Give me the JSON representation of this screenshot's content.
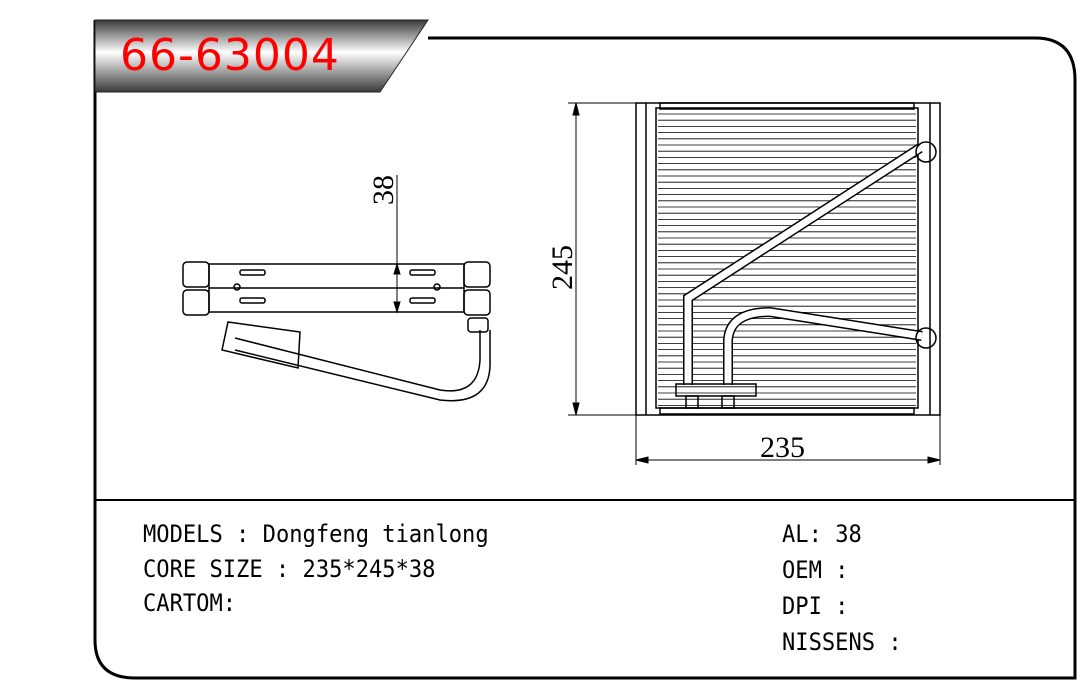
{
  "part_number": "66-63004",
  "dimensions": {
    "width": "235",
    "height": "245",
    "thickness": "38"
  },
  "specs_left": [
    {
      "label": "MODELS",
      "sep": " : ",
      "value": "Dongfeng tianlong"
    },
    {
      "label": "CORE SIZE",
      "sep": " : ",
      "value": "235*245*38"
    },
    {
      "label": "CARTOM",
      "sep": ":",
      "value": ""
    }
  ],
  "specs_right": [
    {
      "label": "AL",
      "sep": ": ",
      "value": "38"
    },
    {
      "label": "OEM",
      "sep": " :",
      "value": ""
    },
    {
      "label": "DPI",
      "sep": " :",
      "value": ""
    },
    {
      "label": "NISSENS",
      "sep": " :",
      "value": ""
    }
  ],
  "colors": {
    "title": "#ff0000",
    "line": "#000000"
  }
}
